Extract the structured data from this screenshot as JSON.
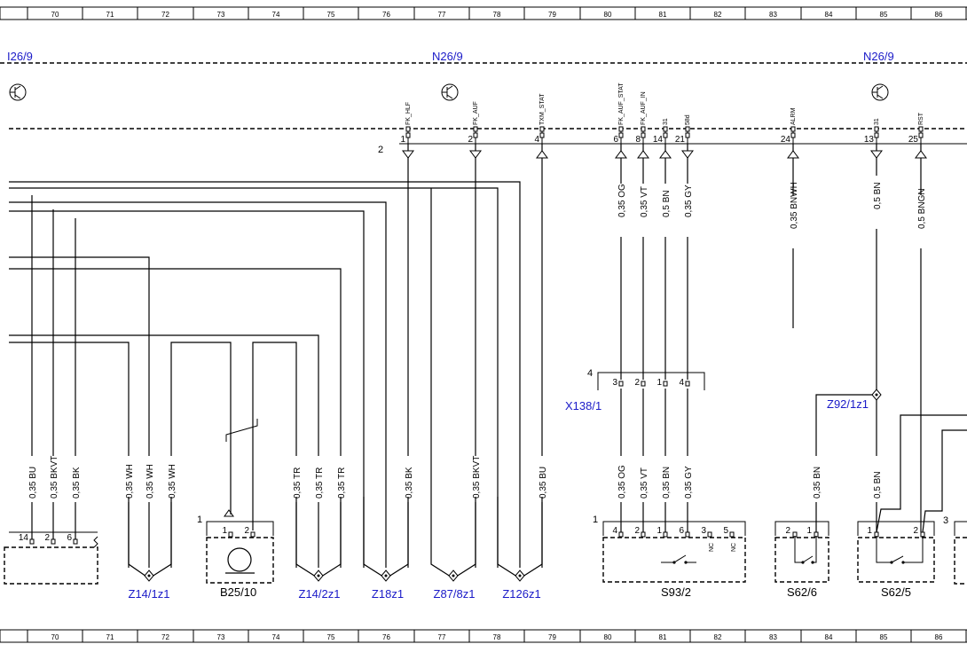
{
  "grid_numbers": [
    "70",
    "71",
    "72",
    "73",
    "74",
    "75",
    "76",
    "77",
    "78",
    "79",
    "80",
    "81",
    "82",
    "83",
    "84",
    "85",
    "86"
  ],
  "modules": [
    {
      "label": "I26/9"
    },
    {
      "label": "N26/9"
    },
    {
      "label": "N26/9"
    }
  ],
  "connector_2": "2",
  "signals": [
    "FK_HLF",
    "FK_AUF",
    "TXM_STAT",
    "FK_AUF_STAT",
    "FK_AUF_IN",
    "31",
    "58d",
    "ALRM",
    "31",
    "RST"
  ],
  "module_pins": [
    "1",
    "2",
    "4",
    "6",
    "8",
    "14",
    "21",
    "24",
    "13",
    "25"
  ],
  "upper_wires": [
    "0,35 OG",
    "0,35 VT",
    "0,5 BN",
    "0,35 GY",
    "0,35 BNWH",
    "0,5 BN",
    "0,5 BNGN"
  ],
  "x138": {
    "label": "X138/1",
    "ref": "4",
    "pins": [
      "3",
      "2",
      "1",
      "4"
    ]
  },
  "z92": "Z92/1z1",
  "lower_wires": [
    "0,35 BU",
    "0,35 BKVT",
    "0,35 BK",
    "0,35 WH",
    "0,35 WH",
    "0,35 WH",
    "0,35 TR",
    "0,35 TR",
    "0,35 TR",
    "0,35 BK",
    "0,35 BKVT",
    "0,35 BU",
    "0,35 OG",
    "0,35 VT",
    "0,35 BN",
    "0,35 GY",
    "0,35 BN",
    "0,5 BN"
  ],
  "left_conn_pins": [
    "14",
    "2",
    "6"
  ],
  "b25": {
    "label": "B25/10",
    "ref": "1",
    "pins": [
      "1",
      "2"
    ]
  },
  "s93": {
    "label": "S93/2",
    "ref": "1",
    "pins": [
      "4",
      "2",
      "1",
      "6",
      "3",
      "5"
    ],
    "nc": [
      "NC",
      "NC"
    ]
  },
  "s62_6": {
    "label": "S62/6",
    "pins": [
      "2",
      "1"
    ]
  },
  "s62_5": {
    "label": "S62/5",
    "pins": [
      "1",
      "2"
    ]
  },
  "ref_3": "3",
  "splices": [
    "Z14/1z1",
    "Z14/2z1",
    "Z18z1",
    "Z87/8z1",
    "Z126z1"
  ]
}
